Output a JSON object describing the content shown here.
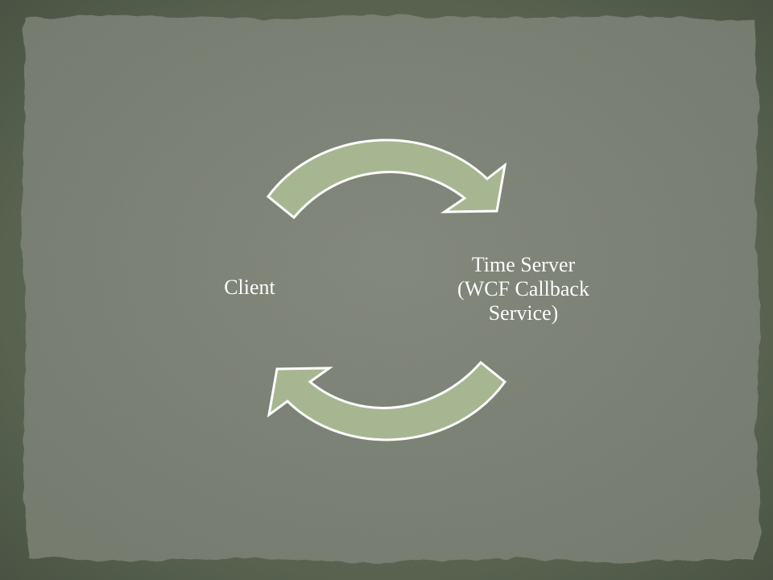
{
  "diagram": {
    "client_label": "Client",
    "server_label_lines": [
      "Time Server",
      "(WCF Callback",
      "Service)"
    ],
    "colors": {
      "board": "#7f8578",
      "frame": "#5f6a56",
      "arrow_fill": "#a6b691",
      "arrow_stroke": "#ffffff",
      "text": "#ffffff"
    }
  }
}
